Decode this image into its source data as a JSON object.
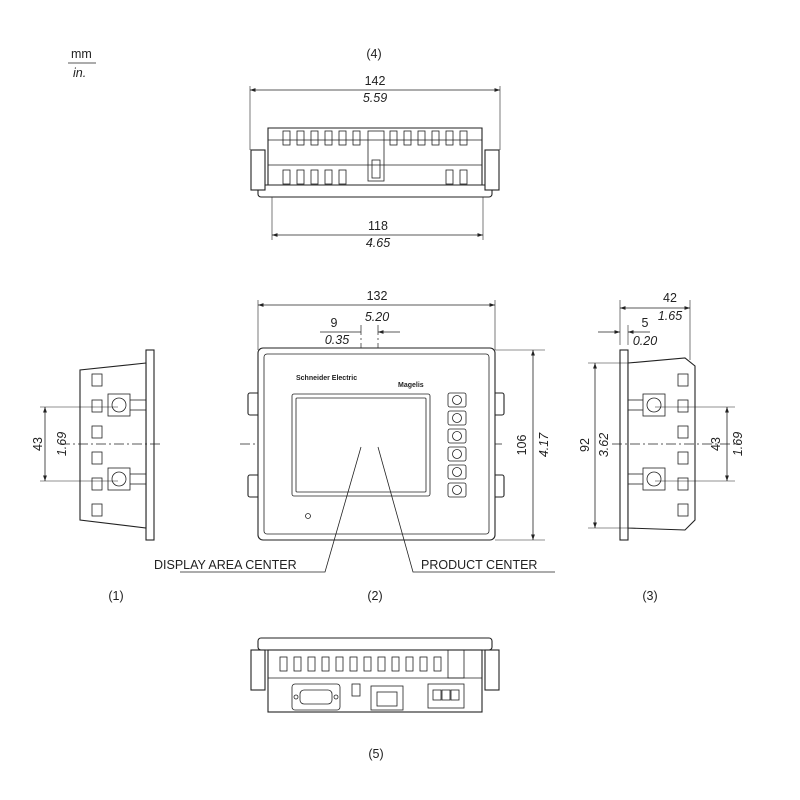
{
  "units": {
    "primary": "mm",
    "secondary": "in."
  },
  "views": {
    "top": {
      "label": "(4)",
      "width_mm": "142",
      "width_in": "5.59",
      "inner_mm": "118",
      "inner_in": "4.65"
    },
    "left": {
      "label": "(1)",
      "spacing_mm": "43",
      "spacing_in": "1.69"
    },
    "front": {
      "label": "(2)",
      "width_mm": "132",
      "width_in": "5.20",
      "offset_mm": "9",
      "offset_in": "0.35",
      "height_mm": "106",
      "height_in": "4.17",
      "brand_text": "Schneider Electric",
      "product_text": "Magelis",
      "callout_display": "DISPLAY AREA CENTER",
      "callout_product": "PRODUCT CENTER"
    },
    "right": {
      "label": "(3)",
      "depth_mm": "42",
      "depth_in": "1.65",
      "panel_mm": "5",
      "panel_in": "0.20",
      "height_mm": "92",
      "height_in": "3.62",
      "spacing_mm": "43",
      "spacing_in": "1.69"
    },
    "bottom": {
      "label": "(5)"
    }
  },
  "colors": {
    "line": "#222222",
    "background": "#ffffff"
  }
}
